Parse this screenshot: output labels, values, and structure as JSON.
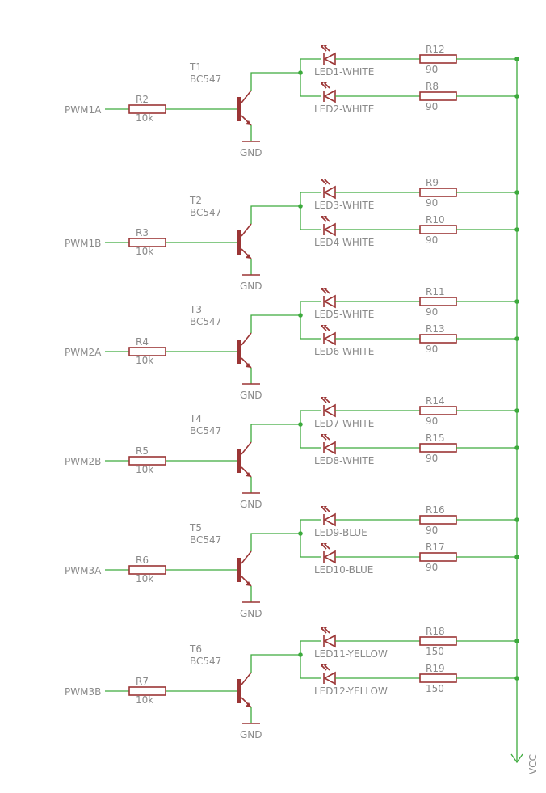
{
  "schematic": {
    "vcc_label": "VCC",
    "stages": [
      {
        "pwm": "PWM1A",
        "base_resistor": {
          "name": "R2",
          "value": "10k"
        },
        "transistor": {
          "name": "T1",
          "part": "BC547"
        },
        "gnd": "GND",
        "leds": [
          {
            "name": "LED1-WHITE",
            "resistor": "R12",
            "value": "90"
          },
          {
            "name": "LED2-WHITE",
            "resistor": "R8",
            "value": "90"
          }
        ]
      },
      {
        "pwm": "PWM1B",
        "base_resistor": {
          "name": "R3",
          "value": "10k"
        },
        "transistor": {
          "name": "T2",
          "part": "BC547"
        },
        "gnd": "GND",
        "leds": [
          {
            "name": "LED3-WHITE",
            "resistor": "R9",
            "value": "90"
          },
          {
            "name": "LED4-WHITE",
            "resistor": "R10",
            "value": "90"
          }
        ]
      },
      {
        "pwm": "PWM2A",
        "base_resistor": {
          "name": "R4",
          "value": "10k"
        },
        "transistor": {
          "name": "T3",
          "part": "BC547"
        },
        "gnd": "GND",
        "leds": [
          {
            "name": "LED5-WHITE",
            "resistor": "R11",
            "value": "90"
          },
          {
            "name": "LED6-WHITE",
            "resistor": "R13",
            "value": "90"
          }
        ]
      },
      {
        "pwm": "PWM2B",
        "base_resistor": {
          "name": "R5",
          "value": "10k"
        },
        "transistor": {
          "name": "T4",
          "part": "BC547"
        },
        "gnd": "GND",
        "leds": [
          {
            "name": "LED7-WHITE",
            "resistor": "R14",
            "value": "90"
          },
          {
            "name": "LED8-WHITE",
            "resistor": "R15",
            "value": "90"
          }
        ]
      },
      {
        "pwm": "PWM3A",
        "base_resistor": {
          "name": "R6",
          "value": "10k"
        },
        "transistor": {
          "name": "T5",
          "part": "BC547"
        },
        "gnd": "GND",
        "leds": [
          {
            "name": "LED9-BLUE",
            "resistor": "R16",
            "value": "90"
          },
          {
            "name": "LED10-BLUE",
            "resistor": "R17",
            "value": "90"
          }
        ]
      },
      {
        "pwm": "PWM3B",
        "base_resistor": {
          "name": "R7",
          "value": "10k"
        },
        "transistor": {
          "name": "T6",
          "part": "BC547"
        },
        "gnd": "GND",
        "leds": [
          {
            "name": "LED11-YELLOW",
            "resistor": "R18",
            "value": "150"
          },
          {
            "name": "LED12-YELLOW",
            "resistor": "R19",
            "value": "150"
          }
        ]
      }
    ],
    "colors": {
      "wire": "#3daa3d",
      "component": "#9b3535",
      "label": "#8a8a8a",
      "background": "#ffffff"
    }
  }
}
